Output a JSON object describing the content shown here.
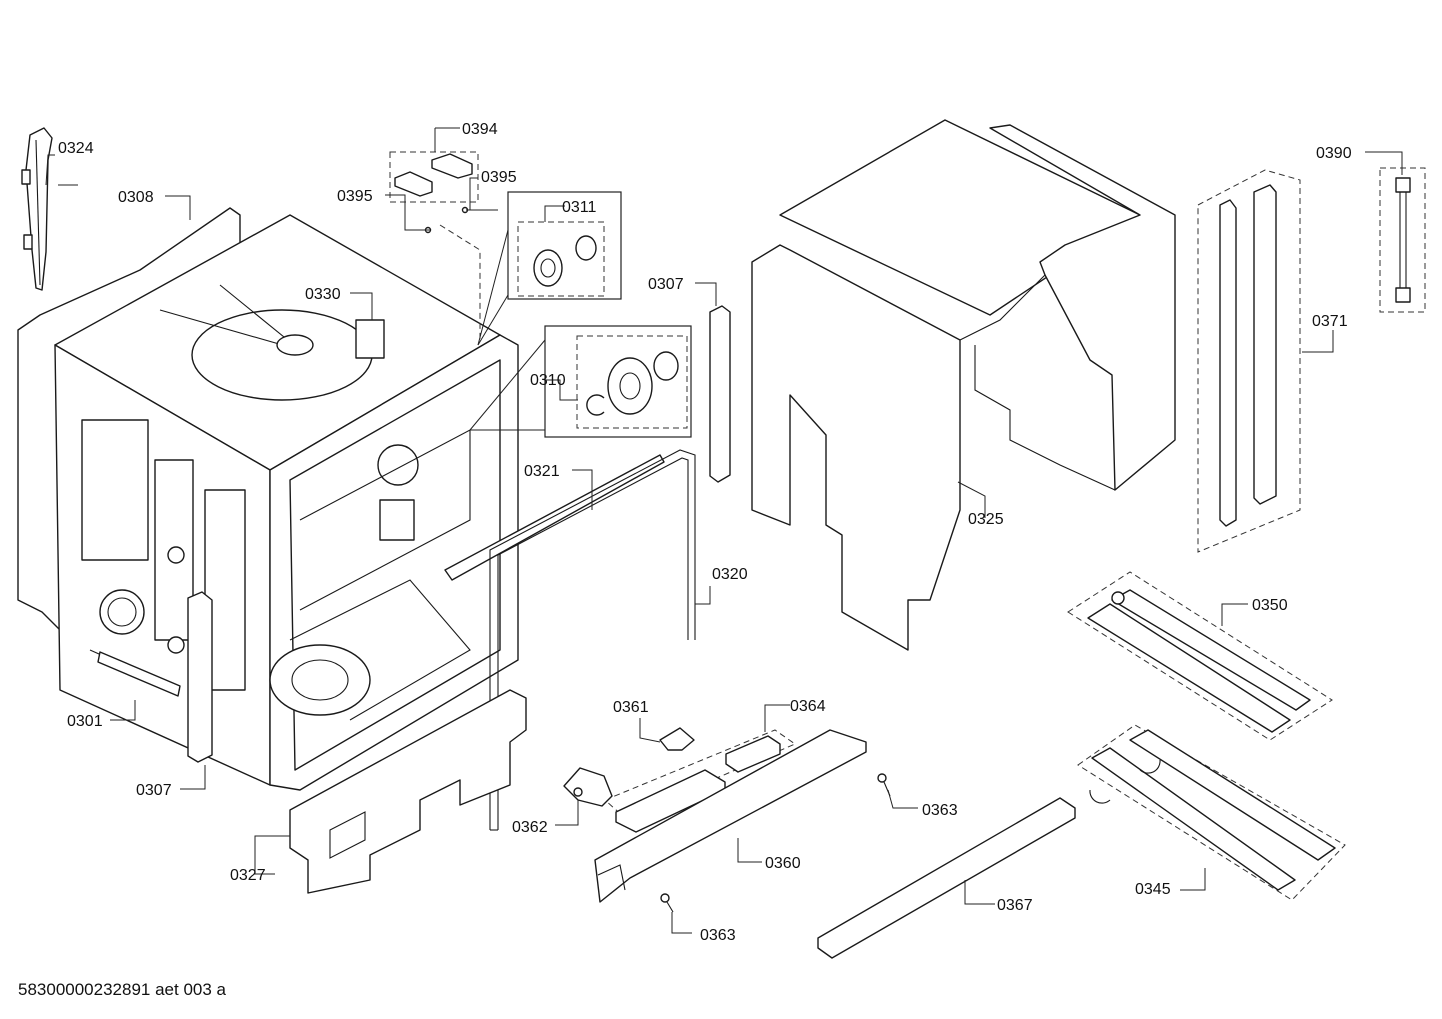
{
  "diagram": {
    "labels": {
      "p0324": "0324",
      "p0308": "0308",
      "p0395a": "0395",
      "p0394": "0394",
      "p0395b": "0395",
      "p0311": "0311",
      "p0330": "0330",
      "p0310": "0310",
      "p0307a": "0307",
      "p0321": "0321",
      "p0320": "0320",
      "p0325": "0325",
      "p0390": "0390",
      "p0371": "0371",
      "p0350": "0350",
      "p0301": "0301",
      "p0307b": "0307",
      "p0361": "0361",
      "p0364": "0364",
      "p0362": "0362",
      "p0363a": "0363",
      "p0360": "0360",
      "p0363b": "0363",
      "p0327": "0327",
      "p0367": "0367",
      "p0345": "0345"
    },
    "footer_code": "58300000232891 aet 003 a"
  }
}
